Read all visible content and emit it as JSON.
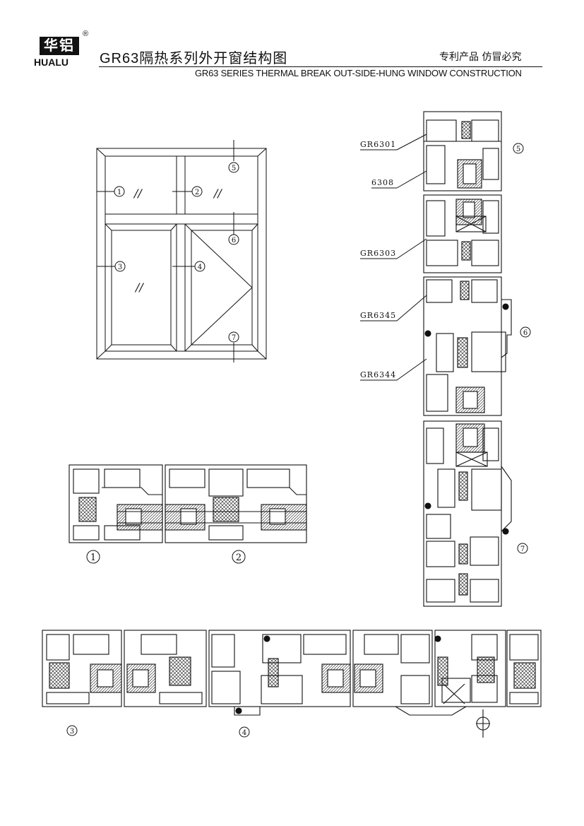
{
  "header": {
    "logo_chinese": "华铝",
    "logo_english": "HUALU",
    "logo_registered": "®",
    "title_chinese": "GR63隔热系列外开窗结构图",
    "patent_notice": "专利产品 仿冒必究",
    "title_english": "GR63 SERIES THERMAL BREAK OUT-SIDE-HUNG WINDOW CONSTRUCTION"
  },
  "elevation": {
    "callouts": [
      "1",
      "2",
      "3",
      "4",
      "5",
      "6",
      "7"
    ],
    "glass_mark": "//"
  },
  "vertical_section": {
    "part_labels": [
      "GR6301",
      "6308",
      "GR6303",
      "GR6345",
      "GR6344"
    ],
    "callouts": [
      "5",
      "6",
      "7"
    ]
  },
  "detail_sections": {
    "callouts": [
      "1",
      "2"
    ]
  },
  "horizontal_section": {
    "callouts": [
      "3",
      "4"
    ]
  },
  "colors": {
    "line": "#111111",
    "background": "#ffffff"
  }
}
